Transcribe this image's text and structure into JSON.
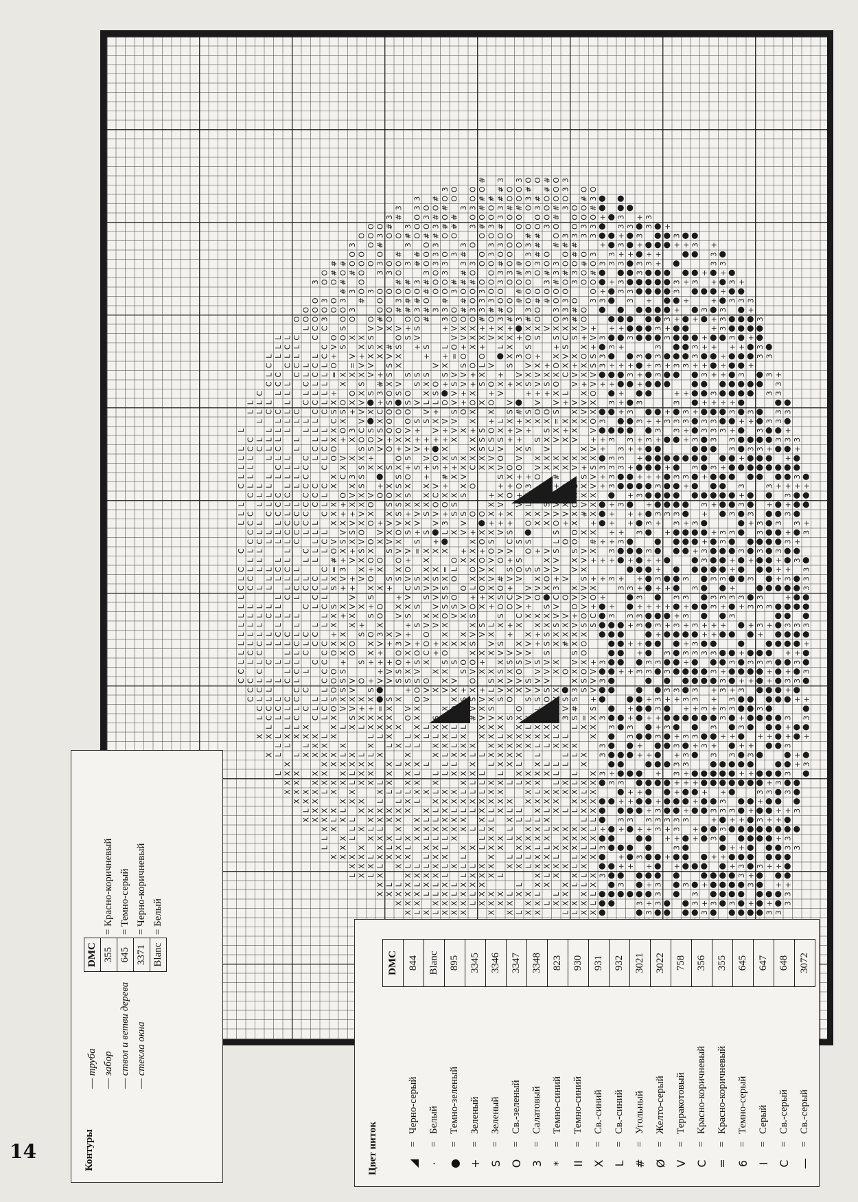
{
  "page_number": "14",
  "chart": {
    "symbols_in_field": [
      "3",
      "#",
      "O",
      "+",
      "V",
      "C",
      "L",
      "X",
      "S",
      "●",
      "="
    ],
    "colors": {
      "ink": "#1a1a1a",
      "paper": "#f3f2ee",
      "page_bg": "#eae8e3"
    }
  },
  "contours": {
    "title": "Контуры",
    "items": [
      {
        "label": "труба",
        "dmc": "355",
        "color": "Красно-коричневый"
      },
      {
        "label": "забор",
        "dmc": "645",
        "color": "Темно-серый"
      },
      {
        "label": "ствол и ветви дерева",
        "dmc": "3371",
        "color": "Черно-коричневый"
      },
      {
        "label": "стекла окна",
        "dmc": "Blanc",
        "color": "Белый"
      }
    ],
    "dmc_header": "DMC"
  },
  "threads": {
    "title": "Цвет ниток",
    "dmc_header": "DMC",
    "rows": [
      {
        "symbol": "◢",
        "color": "Черно-серый",
        "dmc": "844"
      },
      {
        "symbol": "·",
        "color": "Белый",
        "dmc": "Blanc"
      },
      {
        "symbol": "●",
        "color": "Темно-зеленый",
        "dmc": "895"
      },
      {
        "symbol": "+",
        "color": "Зеленый",
        "dmc": "3345"
      },
      {
        "symbol": "S",
        "color": "Зеленый",
        "dmc": "3346"
      },
      {
        "symbol": "O",
        "color": "Св.-зеленый",
        "dmc": "3347"
      },
      {
        "symbol": "3",
        "color": "Салатовый",
        "dmc": "3348"
      },
      {
        "symbol": "*",
        "color": "Темно-синий",
        "dmc": "823"
      },
      {
        "symbol": "II",
        "color": "Темно-синий",
        "dmc": "930"
      },
      {
        "symbol": "X",
        "color": "Св.-синий",
        "dmc": "931"
      },
      {
        "symbol": "L",
        "color": "Св.-синий",
        "dmc": "932"
      },
      {
        "symbol": "#",
        "color": "Угольный",
        "dmc": "3021"
      },
      {
        "symbol": "Ø",
        "color": "Желто-серый",
        "dmc": "3022"
      },
      {
        "symbol": "V",
        "color": "Терракотовый",
        "dmc": "758"
      },
      {
        "symbol": "C",
        "color": "Красно-коричневый",
        "dmc": "356"
      },
      {
        "symbol": "=",
        "color": "Красно-коричневый",
        "dmc": "355"
      },
      {
        "symbol": "6",
        "color": "Темно-серый",
        "dmc": "645"
      },
      {
        "symbol": "I",
        "color": "Серый",
        "dmc": "647"
      },
      {
        "symbol": "C",
        "color": "Св.-серый",
        "dmc": "648"
      },
      {
        "symbol": "—",
        "color": "Св.-серый",
        "dmc": "3072"
      }
    ]
  }
}
